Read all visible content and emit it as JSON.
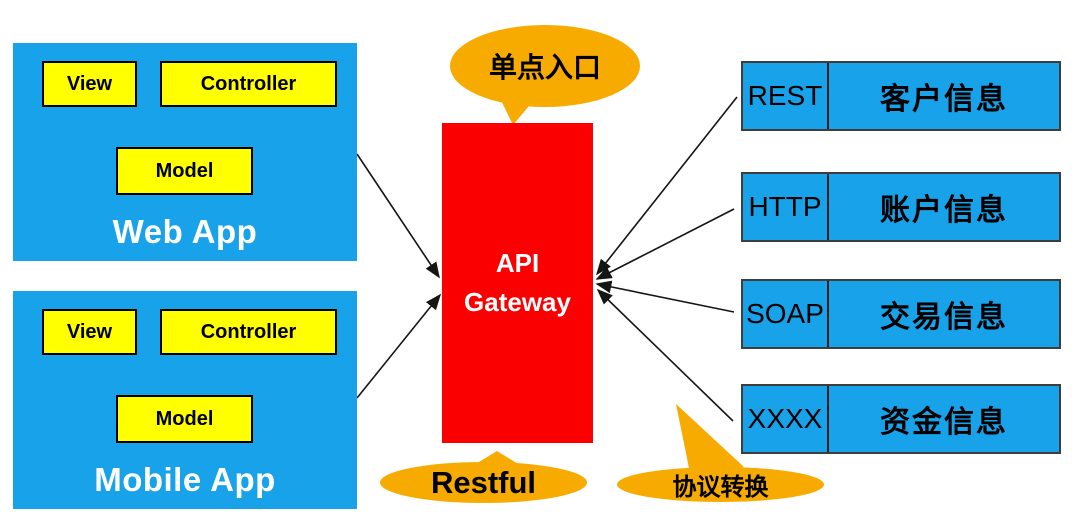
{
  "colors": {
    "app_blue": "#18A2E9",
    "gateway_red": "#FA0000",
    "component_yellow": "#FFFF00",
    "callout_orange": "#F7AB00",
    "title_text": "#FFFFFF",
    "body_text": "#000000"
  },
  "web_app": {
    "title": "Web App",
    "view": "View",
    "controller": "Controller",
    "model": "Model"
  },
  "mobile_app": {
    "title": "Mobile App",
    "view": "View",
    "controller": "Controller",
    "model": "Model"
  },
  "gateway": {
    "line1": "API",
    "line2": "Gateway"
  },
  "callouts": {
    "top": "单点入口",
    "bottom": "Restful",
    "right": "协议转换"
  },
  "services": [
    {
      "protocol": "REST",
      "label": "客户信息"
    },
    {
      "protocol": "HTTP",
      "label": "账户信息"
    },
    {
      "protocol": "SOAP",
      "label": "交易信息"
    },
    {
      "protocol": "XXXX",
      "label": "资金信息"
    }
  ]
}
